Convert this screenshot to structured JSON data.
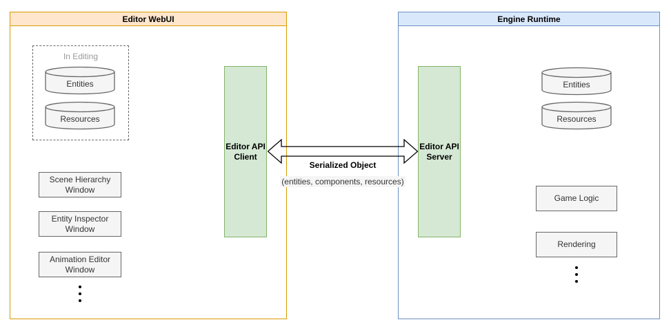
{
  "colors": {
    "orange-fill": "#ffe6cc",
    "orange-border": "#d79b00",
    "blue-fill": "#dae8fc",
    "blue-border": "#6c8ebf",
    "green-fill": "#d5e8d4",
    "green-border": "#82b366",
    "node-fill": "#f5f5f5",
    "node-border": "#666666",
    "muted-text": "#999999",
    "label-bg": "#f5f5f5"
  },
  "webui": {
    "title": "Editor WebUI",
    "in_editing": {
      "label": "In Editing",
      "stores": [
        {
          "label": "Entities"
        },
        {
          "label": "Resources"
        }
      ]
    },
    "windows": [
      {
        "label": "Scene Hierarchy\nWindow"
      },
      {
        "label": "Entity Inspector\nWindow"
      },
      {
        "label": "Animation Editor\nWindow"
      }
    ],
    "api_client": {
      "label": "Editor API\nClient"
    },
    "more_icon": "vertical-ellipsis"
  },
  "runtime": {
    "title": "Engine Runtime",
    "stores": [
      {
        "label": "Entities"
      },
      {
        "label": "Resources"
      }
    ],
    "modules": [
      {
        "label": "Game Logic"
      },
      {
        "label": "Rendering"
      }
    ],
    "api_server": {
      "label": "Editor API\nServer"
    },
    "more_icon": "vertical-ellipsis"
  },
  "connection": {
    "label": "Serialized Object",
    "sublabel": "(entities, components, resources)"
  }
}
